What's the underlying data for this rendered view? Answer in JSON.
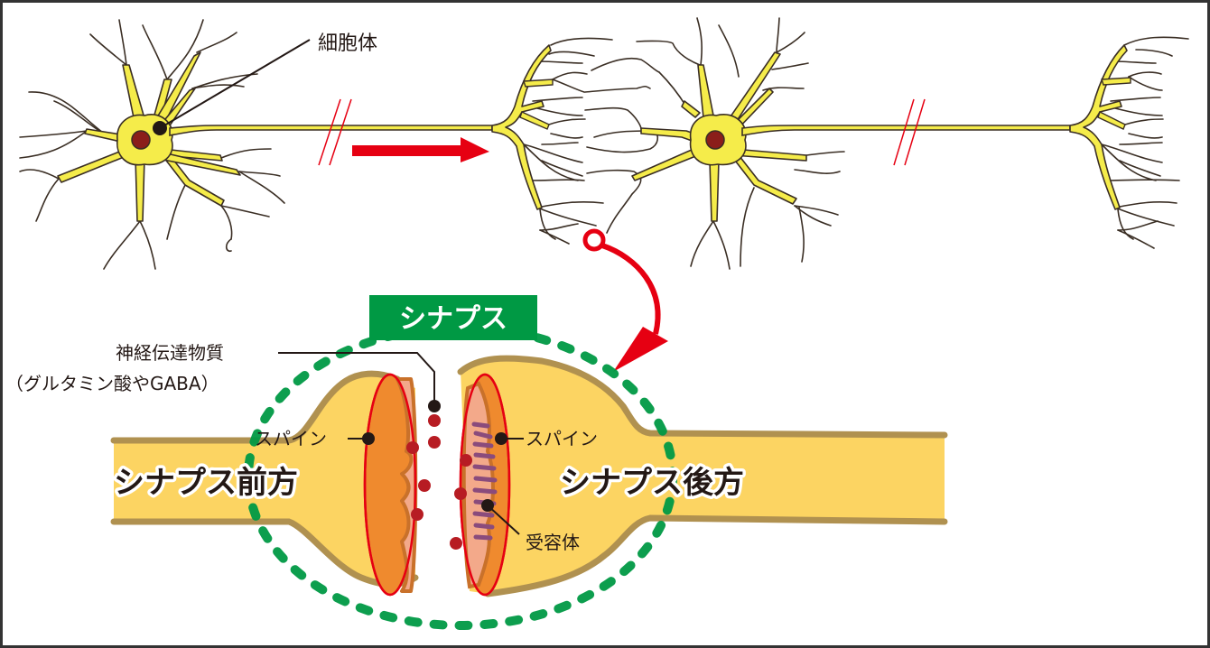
{
  "title": "神経細胞とシナプスの模式図",
  "labels": {
    "cell_body": "細胞体",
    "synapse": "シナプス",
    "neurotransmitter_line1": "神経伝達物質",
    "neurotransmitter_line2": "（グルタミン酸やGABA）",
    "spine_left": "スパイン",
    "spine_right": "スパイン",
    "presynaptic": "シナプス前方",
    "postsynaptic": "シナプス後方",
    "receptor": "受容体"
  },
  "colors": {
    "neuron_fill": "#f5ec4a",
    "neuron_outline": "#3a2e24",
    "nucleus": "#8b1e1a",
    "signal_arrow": "#e60012",
    "synapse_green": "#009944",
    "terminal_fill": "#fcd462",
    "terminal_outline": "#b09150",
    "spine_fill": "#ef8a2e",
    "spine_inner": "#f3a98a",
    "spine_outline": "#e60012",
    "vesicle": "#b71c23",
    "receptor": "#8a4b7c",
    "frame": "#333333"
  },
  "icons": {
    "signal_direction": "right-arrow-icon",
    "axon_break": "double-slash-icon",
    "zoom_callout": "curved-arrow-icon"
  }
}
